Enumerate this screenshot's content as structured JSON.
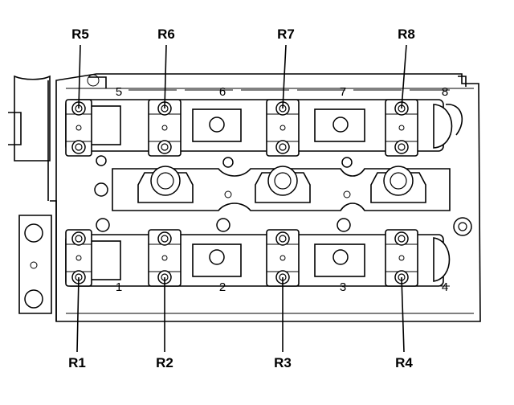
{
  "callouts": {
    "top": [
      "R5",
      "R6",
      "R7",
      "R8"
    ],
    "bottom": [
      "R1",
      "R2",
      "R3",
      "R4"
    ]
  },
  "positions": {
    "top": [
      "5",
      "6",
      "7",
      "8"
    ],
    "bottom": [
      "1",
      "2",
      "3",
      "4"
    ]
  },
  "icons": {
    "bolt": "hex-bolt-icon",
    "camshaft": "camshaft-icon",
    "cap": "bearing-cap-icon"
  }
}
